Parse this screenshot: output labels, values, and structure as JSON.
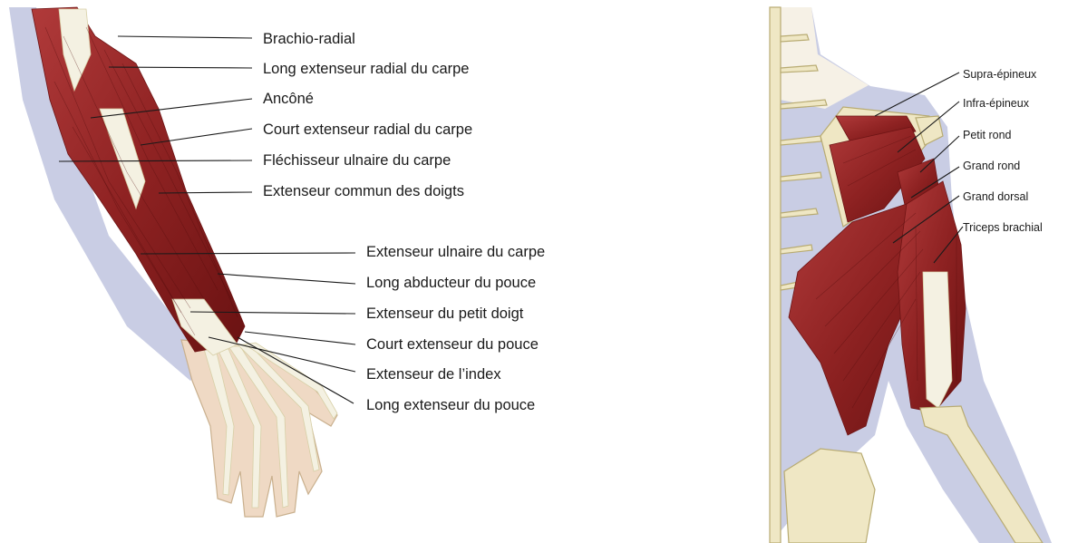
{
  "left_panel": {
    "labels": [
      "Brachio-radial",
      "Long extenseur radial du carpe",
      "Ancôné",
      "Court extenseur radial du carpe",
      "Fléchisseur ulnaire du carpe",
      "Extenseur commun des doigts",
      "Extenseur ulnaire du carpe",
      "Long abducteur du pouce",
      "Extenseur du petit doigt",
      "Court extenseur du pouce",
      "Extenseur de l’index",
      "Long extenseur du pouce"
    ]
  },
  "right_panel": {
    "labels": [
      "Supra-épineux",
      "Infra-épineux",
      "Petit rond",
      "Grand rond",
      "Grand dorsal",
      "Triceps brachial"
    ]
  },
  "colors": {
    "muscle": "#9b2a2a",
    "muscle_dark": "#6e1414",
    "bone": "#efe7c4",
    "skin_shadow": "#c9cde4",
    "tendon": "#f4f1e2"
  }
}
